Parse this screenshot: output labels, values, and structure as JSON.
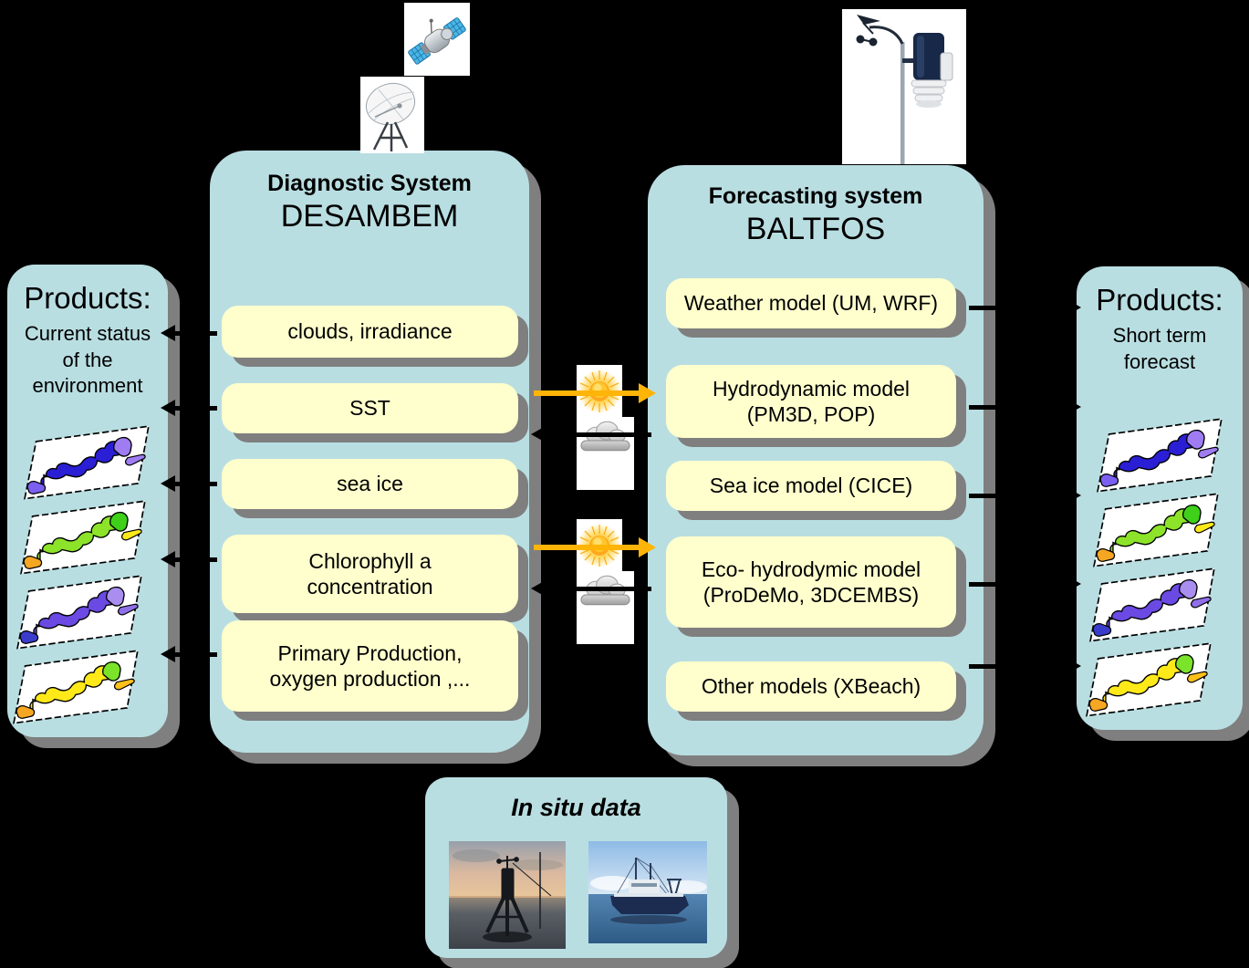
{
  "colors": {
    "background": "#000000",
    "panel": "#b9dee2",
    "chip": "#ffffcd",
    "shadow": "#7f7f7f",
    "arrow-orange": "#ffb408",
    "arrow-black": "#000000"
  },
  "diagnostic": {
    "title": "Diagnostic System",
    "name": "DESAMBEM",
    "items": [
      {
        "label": "clouds, irradiance"
      },
      {
        "label": "SST"
      },
      {
        "label": "sea ice"
      },
      {
        "label": "Chlorophyll a concentration"
      },
      {
        "label": "Primary Production, oxygen production ,..."
      }
    ]
  },
  "forecasting": {
    "title": "Forecasting system",
    "name": "BALTFOS",
    "items": [
      {
        "label": "Weather model (UM, WRF)"
      },
      {
        "label": "Hydrodynamic model (PM3D, POP)"
      },
      {
        "label": "Sea ice model (CICE)"
      },
      {
        "label": "Eco- hydrodymic model (ProDeMo, 3DCEMBS)"
      },
      {
        "label": "Other models (XBeach)"
      }
    ]
  },
  "products_left": {
    "title": "Products:",
    "subtitle": "Current status of the environment"
  },
  "products_right": {
    "title": "Products:",
    "subtitle": "Short term forecast"
  },
  "insitu": {
    "title": "In situ data"
  },
  "icons": {
    "satellite": "satellite-icon",
    "satellite_dish": "satellite-dish-icon",
    "weather_station": "weather-station-icon",
    "sun": "sun-icon",
    "cloud": "cloud-icon",
    "map_stack": "baltic-map-stack",
    "buoy_photo": "buoy-photo",
    "ship_photo": "ship-photo"
  }
}
